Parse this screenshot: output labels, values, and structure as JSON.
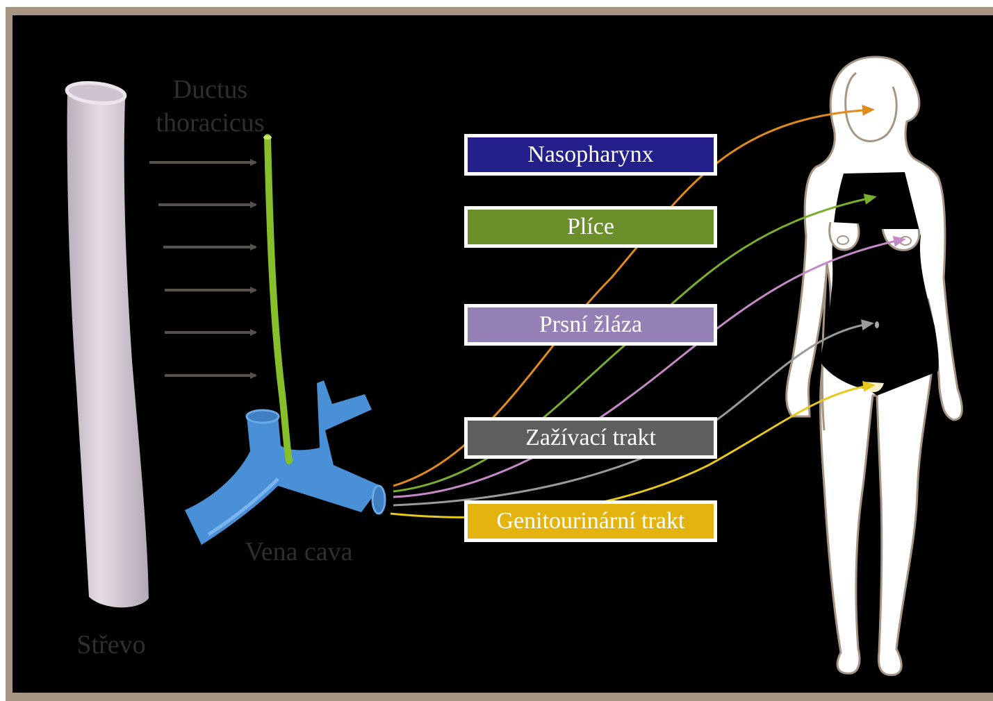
{
  "labels": {
    "ductus_line1": "Ductus",
    "ductus_line2": "thoracicus",
    "vena_cava": "Vena cava",
    "strevo": "Střevo"
  },
  "boxes": [
    {
      "text": "Nasopharynx",
      "color": "#231f8a"
    },
    {
      "text": "Plíce",
      "color": "#6b8f2b"
    },
    {
      "text": "Prsní žláza",
      "color": "#9580b5"
    },
    {
      "text": "Zažívací trakt",
      "color": "#5e5e5e"
    },
    {
      "text": "Genitourinární trakt",
      "color": "#e3b30f"
    }
  ],
  "colors": {
    "frame": "#a89483",
    "background": "#000000",
    "intestine": "#d8cdd8",
    "thoracic_duct": "#86bf2a",
    "vein": "#4a90d6",
    "arrow_gray": "#57514b",
    "line_nasopharynx": "#e08b1a",
    "line_plice": "#7aae2c",
    "line_prsni": "#c489c6",
    "line_zazivaci": "#9a9a9a",
    "line_genito": "#e8c81a"
  }
}
